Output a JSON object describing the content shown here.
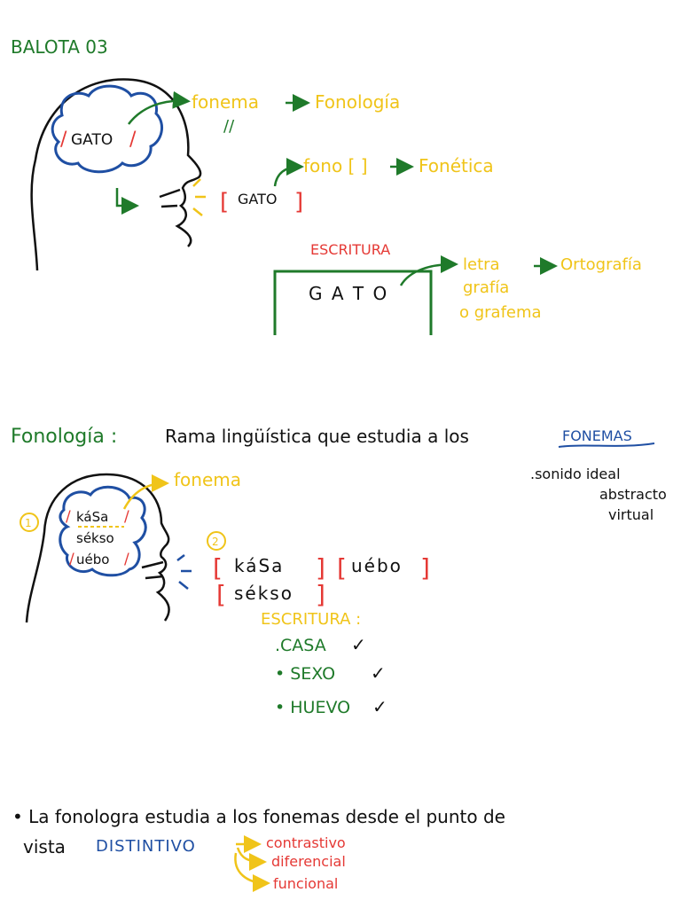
{
  "title": "BALOTA 03",
  "diagram1": {
    "mind_word": "GATO",
    "fonema": "fonema",
    "equiv_mark": "//",
    "fonologia": "Fonología",
    "spoken_word": "GATO",
    "fono": "fono [ ]",
    "fonetica": "Fonética",
    "escritura_label": "ESCRITURA",
    "written_word": "G A T O",
    "letra": "letra",
    "grafia": "grafía",
    "grafema": "o grafema",
    "ortografia": "Ortografía"
  },
  "definition": {
    "term": "Fonología :",
    "text": "Rama lingüística que estudia a los",
    "highlight": "FONEMAS"
  },
  "fonema_props": [
    ".sonido ideal",
    "abstracto",
    "virtual"
  ],
  "diagram2": {
    "fonema": "fonema",
    "step1": "1",
    "step2": "2",
    "mind_words": [
      "káSa",
      "sékso",
      "uébo"
    ],
    "spoken_words": [
      "káSa",
      "uébo",
      "sékso"
    ],
    "escritura_label": "ESCRITURA :",
    "written": [
      ".CASA",
      "• SEXO",
      "• HUEVO"
    ],
    "check": "✓"
  },
  "conclusion": {
    "line1": "• La fonologra estudia a los fonemas desde el punto de",
    "line2_prefix": "vista",
    "highlight": "DISTINTIVO",
    "branches": [
      "contrastivo",
      "diferencial",
      "funcional"
    ]
  }
}
